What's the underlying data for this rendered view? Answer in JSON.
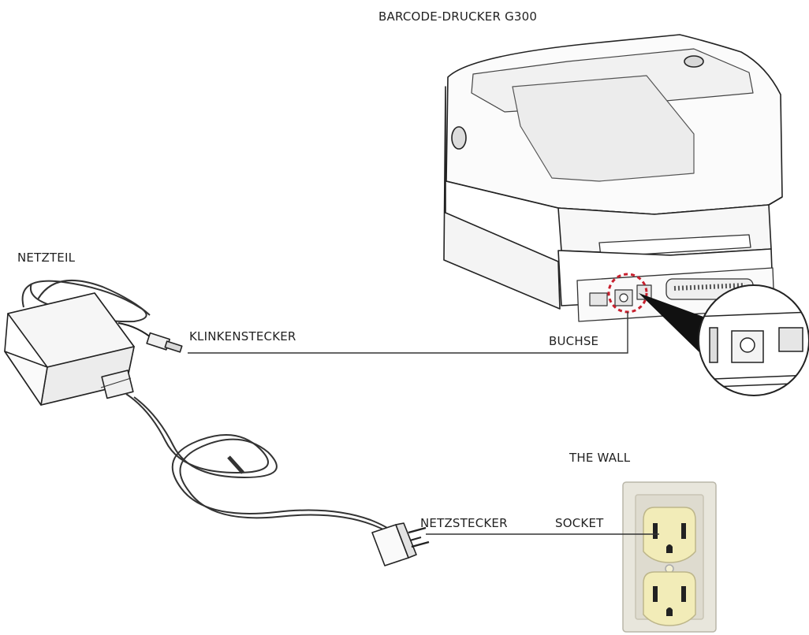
{
  "labels": {
    "printer": "BARCODE-DRUCKER G300",
    "power_supply": "NETZTEIL",
    "jack_plug": "KLINKENSTECKER",
    "port": "BUCHSE",
    "wall": "THE WALL",
    "mains_plug": "NETZSTECKER",
    "socket": "SOCKET"
  },
  "colors": {
    "line": "#222222",
    "highlight": "#c8202e",
    "outlet_plate": "#e8e6dc",
    "outlet_face": "#f2ecb8"
  },
  "icons": {
    "printer": "barcode-printer-icon",
    "adapter": "power-adapter-icon",
    "plug": "mains-plug-icon",
    "outlet": "wall-outlet-icon",
    "detail": "magnifier-detail-icon"
  }
}
